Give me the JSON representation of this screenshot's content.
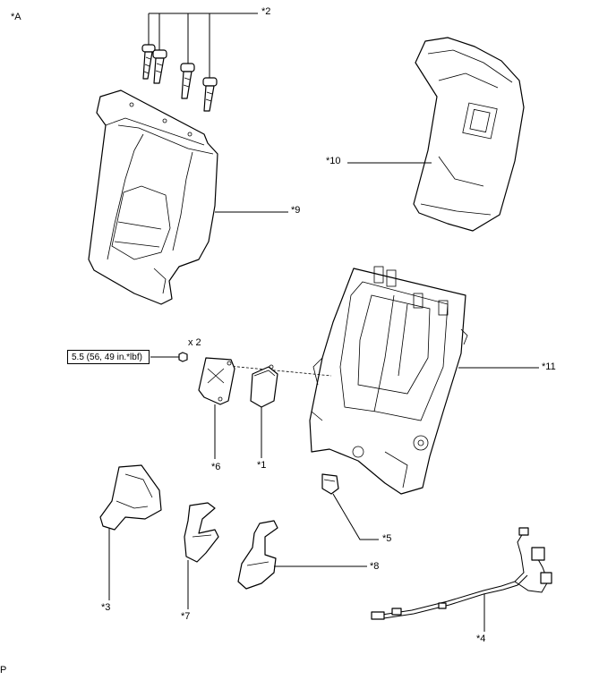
{
  "view_label": "*A",
  "corner_label": "P",
  "torque_spec": "5.5 (56, 49 in.*lbf)",
  "quantity_note": "x 2",
  "callouts": {
    "c1": "*1",
    "c2": "*2",
    "c3": "*3",
    "c4": "*4",
    "c5": "*5",
    "c6": "*6",
    "c7": "*7",
    "c8": "*8",
    "c9": "*9",
    "c10": "*10",
    "c11": "*11"
  }
}
